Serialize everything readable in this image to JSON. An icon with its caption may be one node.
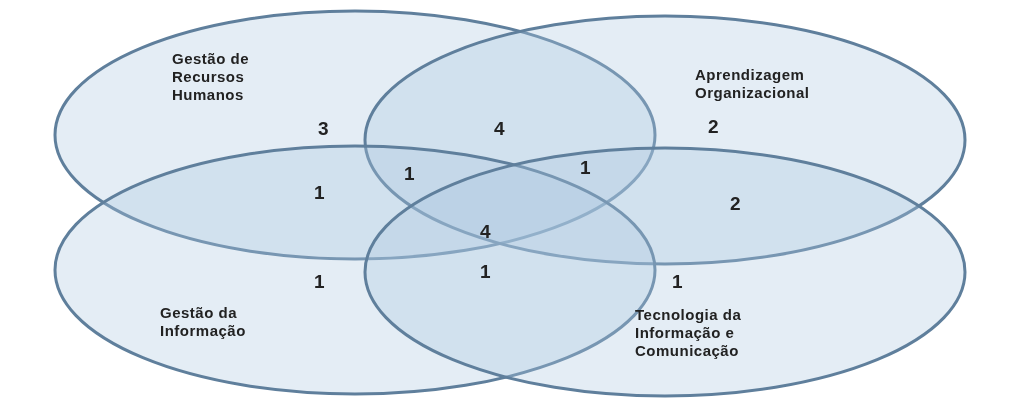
{
  "diagram": {
    "nodes": [
      {
        "text": [
          "Gestão de Recursos Humanos"
        ]
      },
      {
        "text": [
          "Aprendizagem Organizacional"
        ]
      },
      {
        "text": [
          "Gestão da Informação"
        ]
      },
      {
        "text": [
          "Tecnologia da Informação e Comunicação"
        ]
      }
    ],
    "labels": [
      "3",
      "4",
      "2",
      "1",
      "1",
      "1",
      "4",
      "2",
      "1",
      "1",
      "1"
    ]
  }
}
